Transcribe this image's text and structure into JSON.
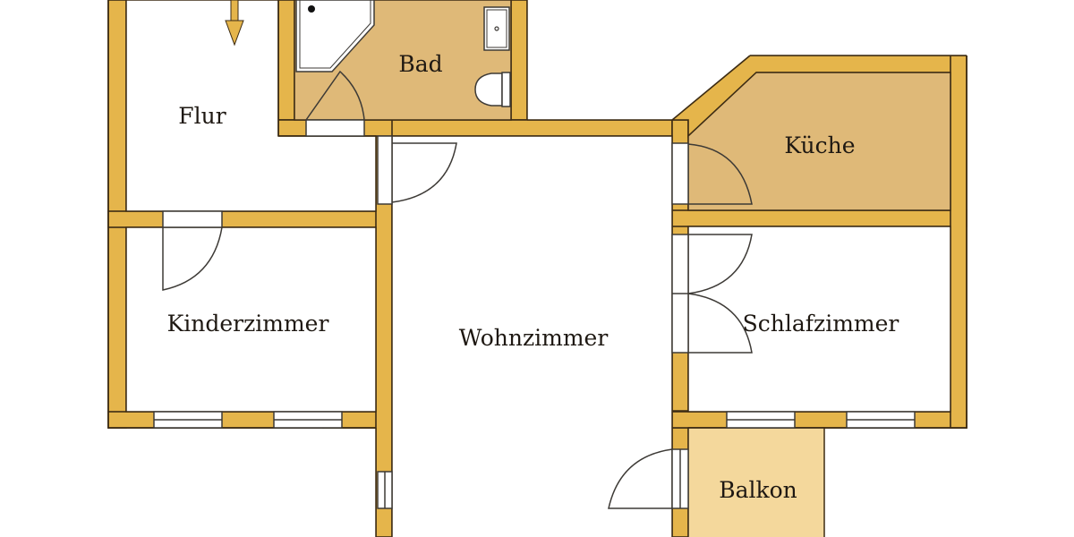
{
  "plan": {
    "colors": {
      "wall": "#e5b54b",
      "wall_stroke": "#3d2c14",
      "bad_floor": "#dfb978",
      "kueche_floor": "#dfb978",
      "balkon_floor": "#f4d89c",
      "room_floor": "#ffffff"
    },
    "entrance_arrow": "entrance-arrow-down",
    "rooms": {
      "flur": "Flur",
      "bad": "Bad",
      "kueche": "Küche",
      "kinderzimmer": "Kinderzimmer",
      "wohnzimmer": "Wohnzimmer",
      "schlafzimmer": "Schlafzimmer",
      "balkon": "Balkon"
    }
  }
}
